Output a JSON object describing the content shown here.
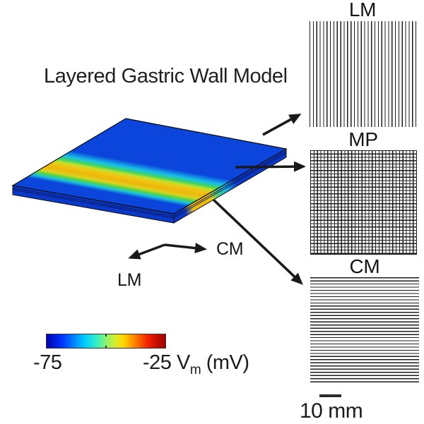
{
  "figure": {
    "title": "Layered Gastric Wall Model",
    "plate": {
      "description": "3D slab of gastric wall with jet-colormap slow-wave band",
      "colormap": "jet",
      "band_colors": {
        "resting_blue": "#0b45dc",
        "cyan": "#18c0e8",
        "green": "#3fd463",
        "yellow_gold": "#f1c411",
        "side_dark_blue": "#0a38c8"
      }
    },
    "axes": {
      "cm_label": "CM",
      "lm_label": "LM"
    },
    "layers": [
      {
        "id": "lm",
        "label": "LM",
        "pattern": "vertical-lines"
      },
      {
        "id": "mp",
        "label": "MP",
        "pattern": "grid-mesh"
      },
      {
        "id": "cm",
        "label": "CM",
        "pattern": "horizontal-lines"
      }
    ],
    "colorbar": {
      "min_label": "-75",
      "max_label": "-25 V",
      "max_label_sub": "m",
      "max_label_unit": " (mV)",
      "range_mv": [
        -75,
        -25
      ],
      "gradient": [
        "#0000ad",
        "#0033ff",
        "#00ccff",
        "#33eec4",
        "#8af26f",
        "#d8ed2a",
        "#ffd500",
        "#ff7b00",
        "#f01d00",
        "#9b0000"
      ]
    },
    "scalebar": {
      "label": "10 mm"
    }
  }
}
